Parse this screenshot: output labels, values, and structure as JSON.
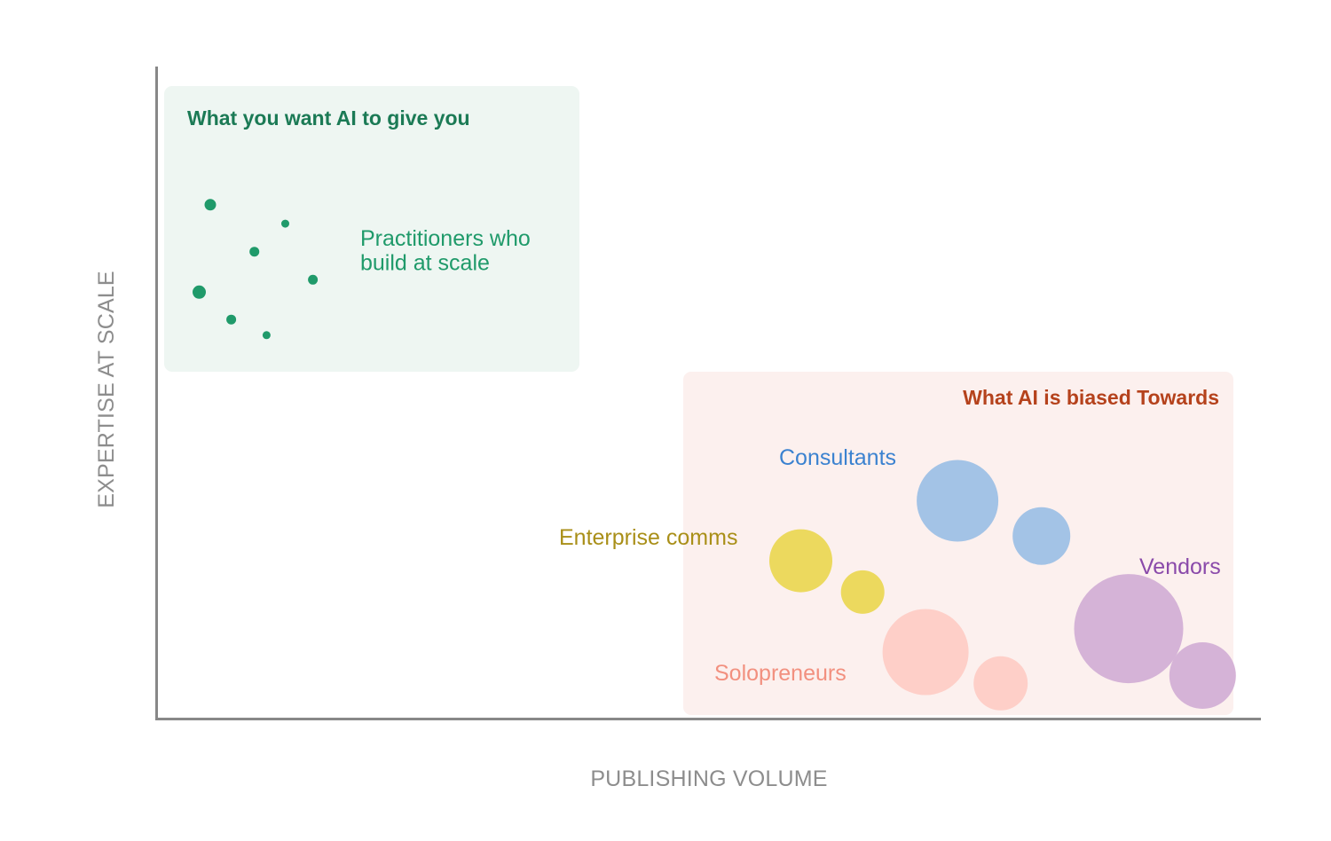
{
  "chart_data": {
    "type": "scatter",
    "xlabel": "PUBLISHING VOLUME",
    "ylabel": "EXPERTISE AT SCALE",
    "xlim": [
      0,
      100
    ],
    "ylim": [
      0,
      100
    ],
    "grid": false,
    "boxes": [
      {
        "title": "What you want AI to give you",
        "color": "#1b7a55",
        "fill": "#eef6f2"
      },
      {
        "title": "What AI is biased Towards",
        "color": "#b5421c",
        "fill": "#fcf0ee"
      }
    ],
    "series": [
      {
        "name": "Practitioners who build at scale",
        "name_lines": [
          "Practitioners who",
          "build at scale"
        ],
        "color": "#1f9a6a",
        "points": [
          {
            "x": 4.9,
            "y": 78.8,
            "size": 6.5
          },
          {
            "x": 11.7,
            "y": 75.9,
            "size": 4.5
          },
          {
            "x": 8.9,
            "y": 71.6,
            "size": 5.5
          },
          {
            "x": 14.2,
            "y": 67.3,
            "size": 5.5
          },
          {
            "x": 3.9,
            "y": 65.4,
            "size": 7.5
          },
          {
            "x": 6.8,
            "y": 61.2,
            "size": 5.5
          },
          {
            "x": 10.0,
            "y": 58.8,
            "size": 4.5
          }
        ]
      },
      {
        "name": "Consultants",
        "color": "#a3c3e6",
        "label_color": "#3b82d0",
        "points": [
          {
            "x": 72.6,
            "y": 33.4,
            "size": 46
          },
          {
            "x": 80.2,
            "y": 28.0,
            "size": 32.5
          }
        ]
      },
      {
        "name": "Enterprise comms",
        "color": "#ecd95e",
        "label_color": "#a98f18",
        "points": [
          {
            "x": 58.4,
            "y": 24.2,
            "size": 35.5
          },
          {
            "x": 64.0,
            "y": 19.4,
            "size": 24.5
          }
        ]
      },
      {
        "name": "Vendors",
        "color": "#d5b3d7",
        "label_color": "#8a4aaa",
        "points": [
          {
            "x": 88.1,
            "y": 13.8,
            "size": 61.5
          },
          {
            "x": 94.8,
            "y": 6.6,
            "size": 37.5
          }
        ]
      },
      {
        "name": "Solopreneurs",
        "color": "#fecfc8",
        "label_color": "#f2907f",
        "points": [
          {
            "x": 69.7,
            "y": 10.2,
            "size": 48.5
          },
          {
            "x": 76.5,
            "y": 5.4,
            "size": 30.5
          }
        ]
      }
    ]
  }
}
